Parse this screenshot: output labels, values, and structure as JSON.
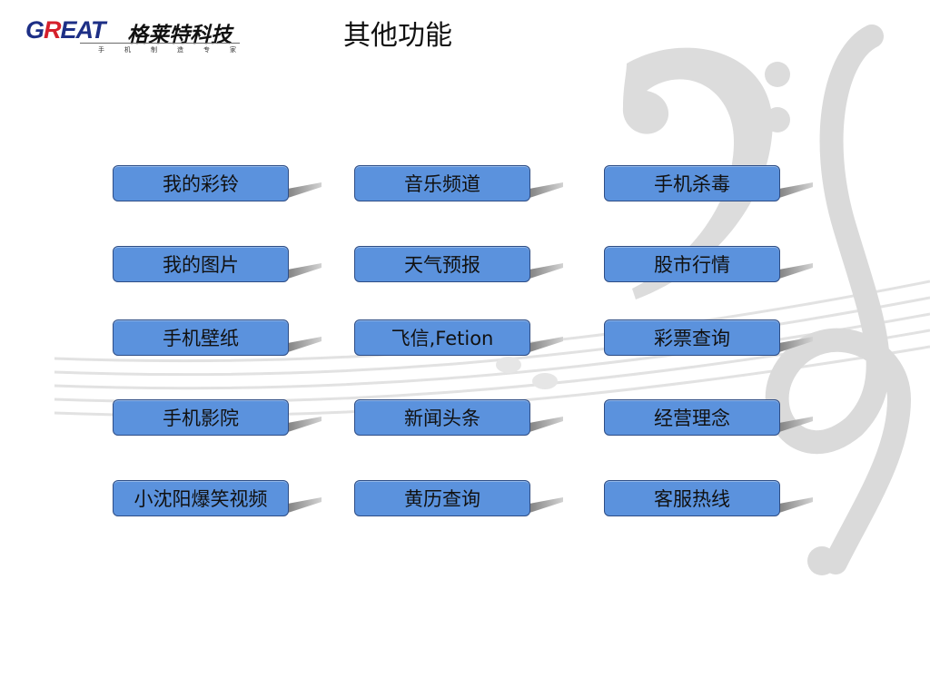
{
  "header": {
    "logo": {
      "brand_en_part1": "G",
      "brand_en_part2": "R",
      "brand_en_part3": "EAT",
      "brand_cn": "格莱特科技",
      "tagline": "手机制造专家"
    },
    "title": "其他功能"
  },
  "features": [
    {
      "label": "我的彩铃"
    },
    {
      "label": "音乐频道"
    },
    {
      "label": "手机杀毒"
    },
    {
      "label": "我的图片"
    },
    {
      "label": "天气预报"
    },
    {
      "label": "股市行情"
    },
    {
      "label": "手机壁纸"
    },
    {
      "label": "飞信,Fetion"
    },
    {
      "label": "彩票查询"
    },
    {
      "label": "手机影院"
    },
    {
      "label": "新闻头条"
    },
    {
      "label": "经营理念"
    },
    {
      "label": "小沈阳爆笑视频"
    },
    {
      "label": "黄历查询"
    },
    {
      "label": "客服热线"
    }
  ],
  "colors": {
    "button_fill": "#5b92dd",
    "button_border": "#2e4d85",
    "brand_blue": "#1d2f86",
    "brand_red": "#d5202c"
  },
  "decor": {
    "background_icon": "music-notes-staff-icon"
  }
}
